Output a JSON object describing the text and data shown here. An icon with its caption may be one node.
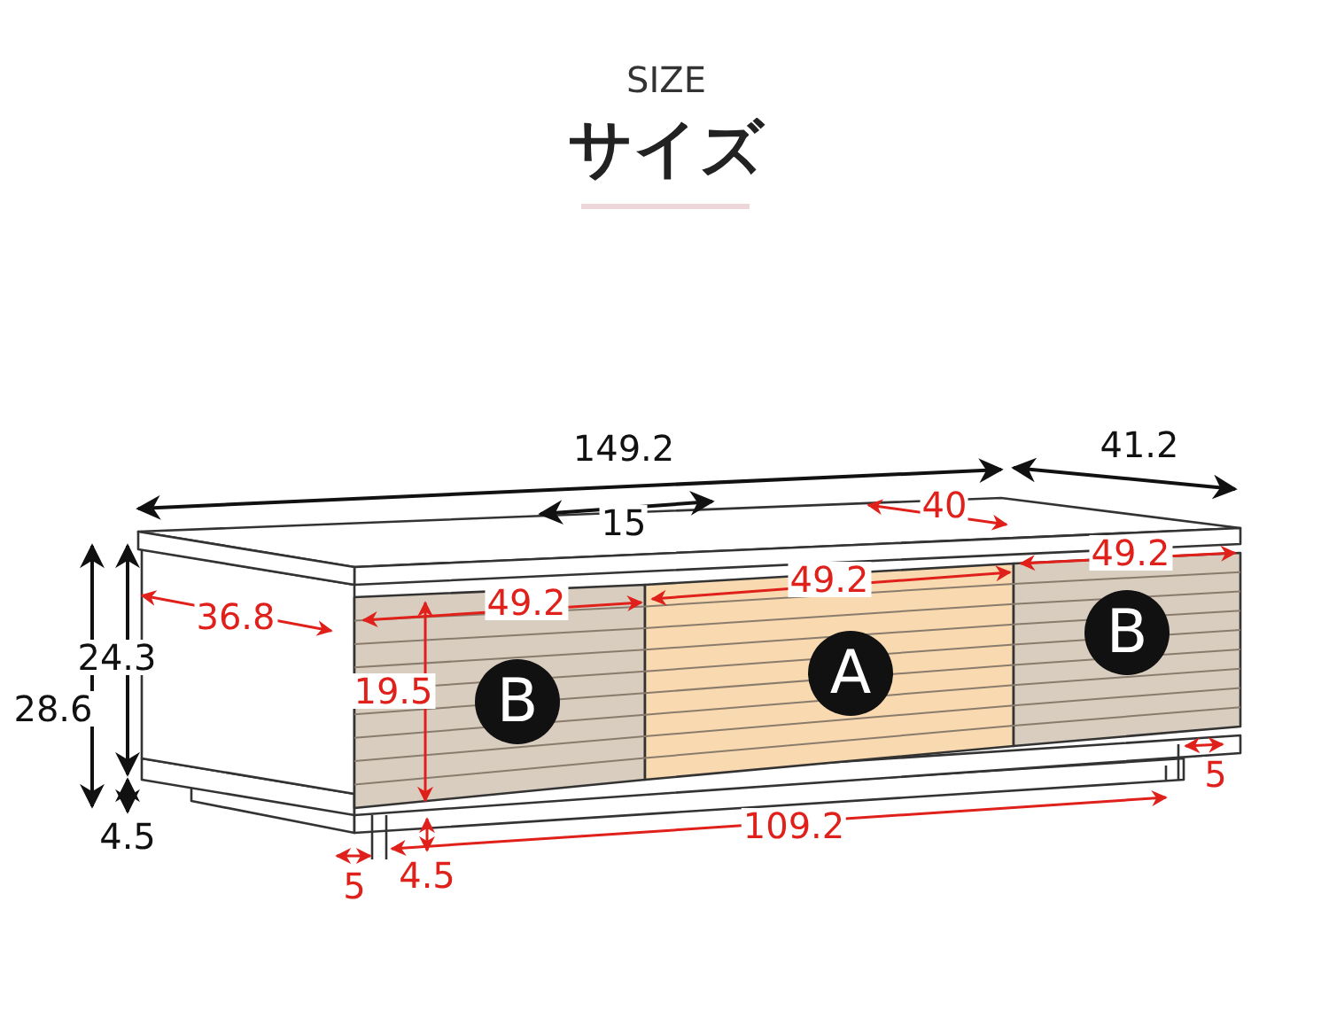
{
  "diagram": {
    "title": "サイズ",
    "labels": [
      "SIZE",
      "149.2",
      "41.2",
      "15",
      "40",
      "24.3",
      "36.8",
      "49.2",
      "49.2",
      "49.2",
      "28.6",
      "19.5",
      "B",
      "A",
      "B",
      "5",
      "109.2",
      "4.5",
      "5",
      "4.5"
    ]
  }
}
